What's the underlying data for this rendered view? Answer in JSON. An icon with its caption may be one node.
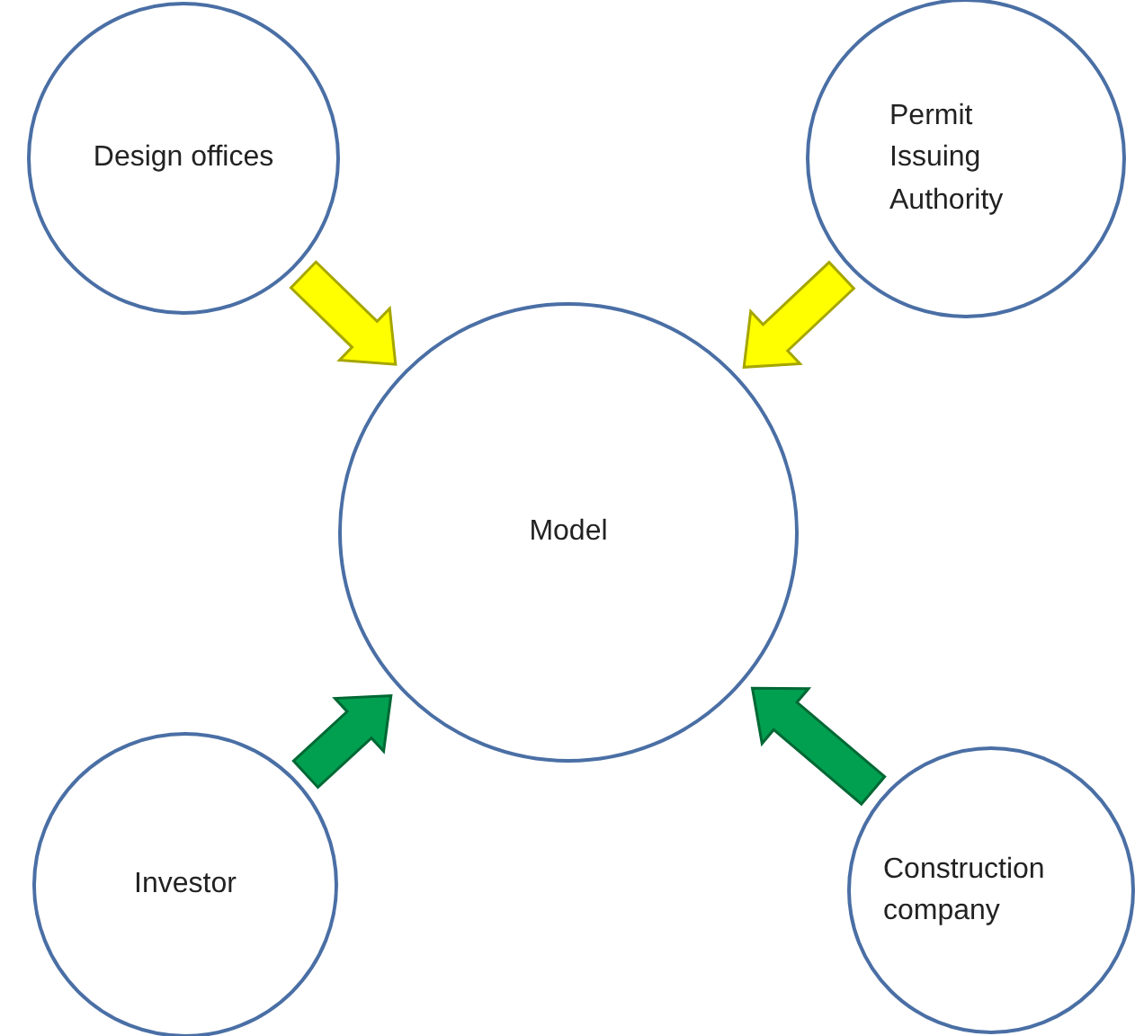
{
  "diagram": {
    "nodes": [
      {
        "text": [
          "Design offices"
        ]
      },
      {
        "text": [
          "Permit Issuing Authority"
        ]
      },
      {
        "text": [
          "Model"
        ]
      },
      {
        "text": [
          "Investor"
        ]
      },
      {
        "text": [
          "Construction company"
        ]
      }
    ],
    "edges": [
      {
        "from": 0,
        "to": 2,
        "arrow": "to",
        "style": "thick",
        "color": "#ffff00"
      },
      {
        "from": 1,
        "to": 2,
        "arrow": "to",
        "style": "thick",
        "color": "#ffff00"
      },
      {
        "from": 3,
        "to": 2,
        "arrow": "to",
        "style": "thick",
        "color": "#00a050"
      },
      {
        "from": 4,
        "to": 2,
        "arrow": "to",
        "style": "thick",
        "color": "#00a050"
      }
    ]
  }
}
